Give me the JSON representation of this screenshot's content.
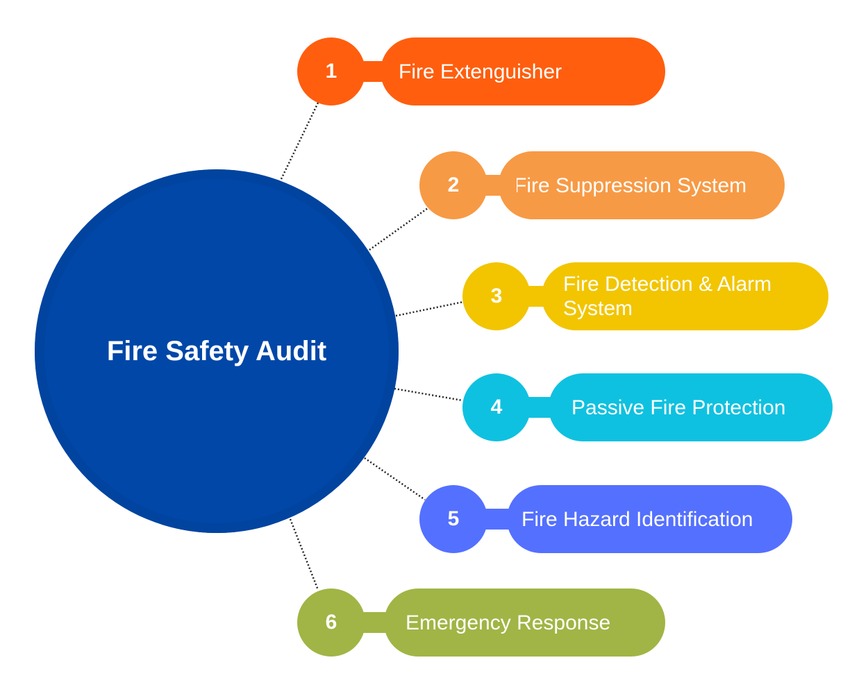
{
  "center": {
    "label": "Fire Safety Audit",
    "color": "#0047A8"
  },
  "items": [
    {
      "number": "1",
      "label": "Fire Extenguisher",
      "color": "#FF5E0E"
    },
    {
      "number": "2",
      "label": "Fire Suppression System",
      "color": "#F79A45"
    },
    {
      "number": "3",
      "label": "Fire Detection & Alarm System",
      "color": "#F2C500"
    },
    {
      "number": "4",
      "label": "Passive Fire Protection",
      "color": "#0FC1E0"
    },
    {
      "number": "5",
      "label": "Fire Hazard Identification",
      "color": "#5470FF"
    },
    {
      "number": "6",
      "label": "Emergency Response",
      "color": "#A0B545"
    }
  ]
}
